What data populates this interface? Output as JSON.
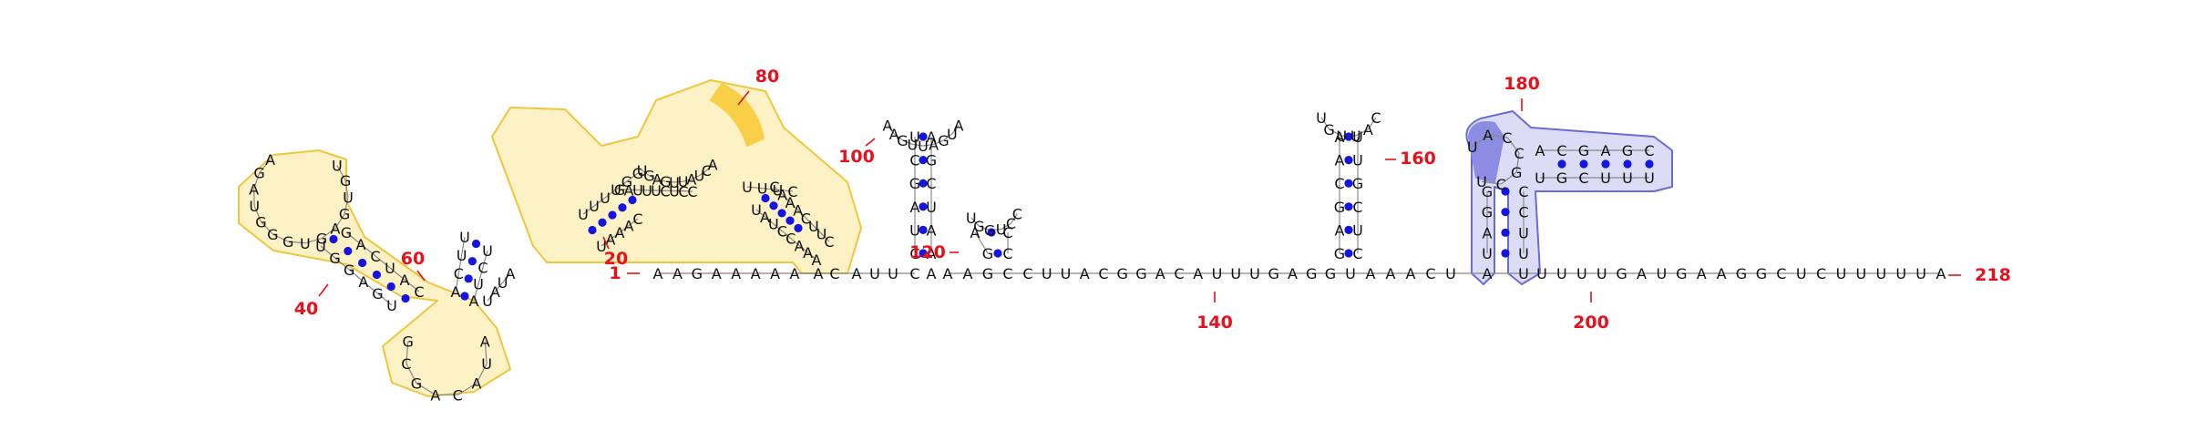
{
  "colors": {
    "nucleotide": "#111111",
    "numbering": "#e8101a",
    "base_pair_dot": "#1515e0",
    "highlight_yellow_fill": "#fdf1c6",
    "highlight_yellow_stroke": "#f0c63c",
    "highlight_yellow_strong": "#f8cf46",
    "highlight_blue_fill": "#dcdcf6",
    "highlight_blue_stroke": "#6b6bd6",
    "highlight_blue_strong": "#8c8ce3"
  },
  "structure": {
    "length_label": "218",
    "tail_5prime": "AAGAAAAA",
    "tail_3prime": "UUUUGAUGAAGGCUCUUUUUA",
    "spacer_140": "CUUACGGACAUUUGAGG",
    "spacer_160": "UAAACU",
    "numbering": [
      {
        "text": "1"
      },
      {
        "text": "20"
      },
      {
        "text": "40"
      },
      {
        "text": "60"
      },
      {
        "text": "80"
      },
      {
        "text": "100"
      },
      {
        "text": "120"
      },
      {
        "text": "140"
      },
      {
        "text": "160"
      },
      {
        "text": "180"
      },
      {
        "text": "200"
      },
      {
        "text": "218"
      }
    ]
  }
}
